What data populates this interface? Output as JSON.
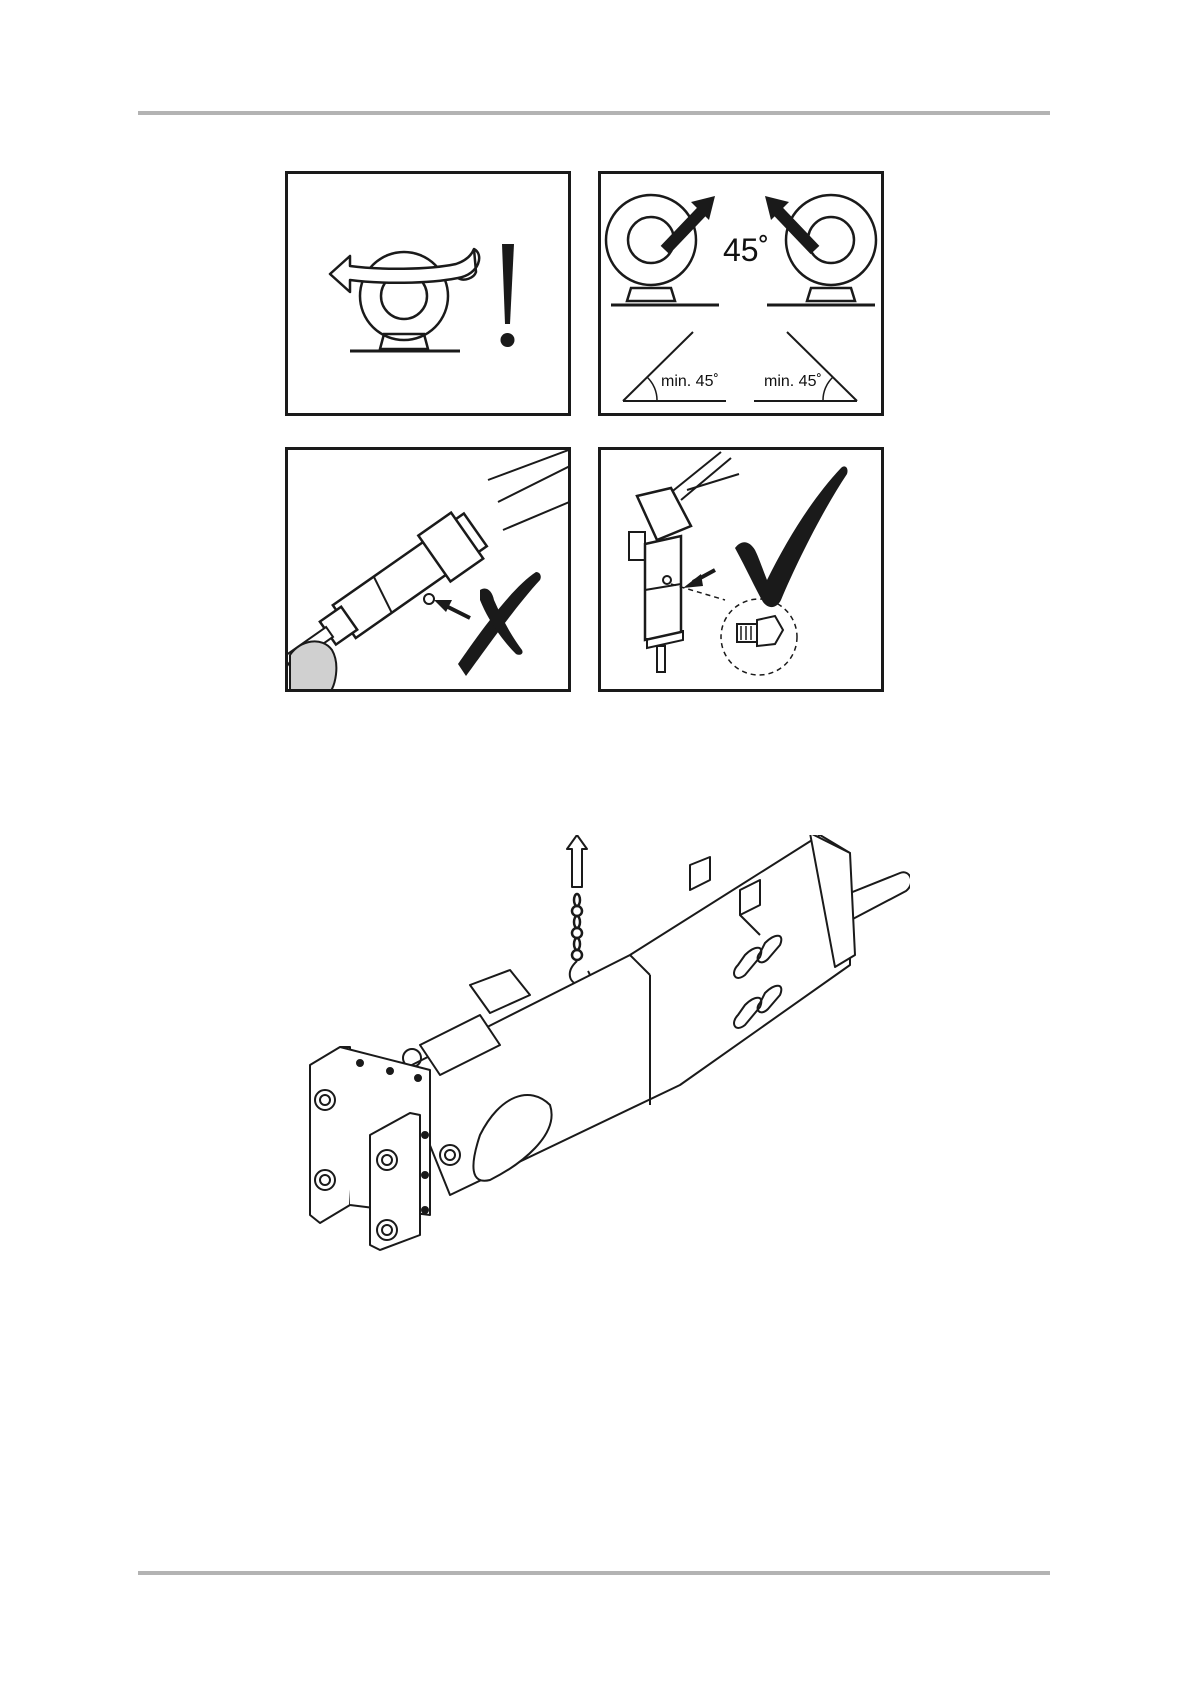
{
  "page": {
    "background": "#ffffff",
    "rule_color": "#b3b3b3",
    "ink_color": "#1a1a1a"
  },
  "panels": [
    {
      "id": "rotation-warning",
      "icons": [
        "eye-bolt-icon",
        "rotate-arrow-icon",
        "exclamation-icon"
      ]
    },
    {
      "id": "angle-instruction",
      "angle_label": "45˚",
      "min_left": "min. 45˚",
      "min_right": "min. 45˚"
    },
    {
      "id": "wrong-lifting",
      "icons": [
        "hammer-icon",
        "cross-icon"
      ]
    },
    {
      "id": "correct-lifting",
      "icons": [
        "hammer-icon",
        "check-icon",
        "bolt-icon"
      ]
    }
  ],
  "illustration": {
    "icons": [
      "lift-arrow-icon",
      "chain-icon",
      "hook-icon",
      "breaker-icon"
    ]
  }
}
